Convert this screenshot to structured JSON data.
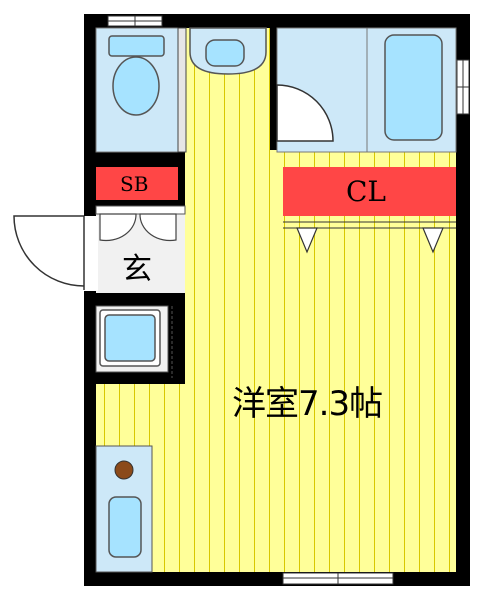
{
  "rooms": {
    "shoe_box": "SB",
    "closet": "CL",
    "entrance": "玄",
    "western_room": "洋室7.3帖"
  },
  "colors": {
    "wall": "#000000",
    "floor_yellow": "#ffff99",
    "floor_line": "#d8c800",
    "wet_area": "#cde8f8",
    "fixture_blue": "#a6e3ff",
    "storage_red": "#ff4646",
    "entrance_floor": "#f1f1f1",
    "stove_knob": "#8b4a1a"
  },
  "icons": [
    "toilet-icon",
    "bathtub-icon",
    "sink-icon",
    "washing-machine-icon",
    "stove-burner-icon",
    "door-swing-icon",
    "window-icon"
  ]
}
